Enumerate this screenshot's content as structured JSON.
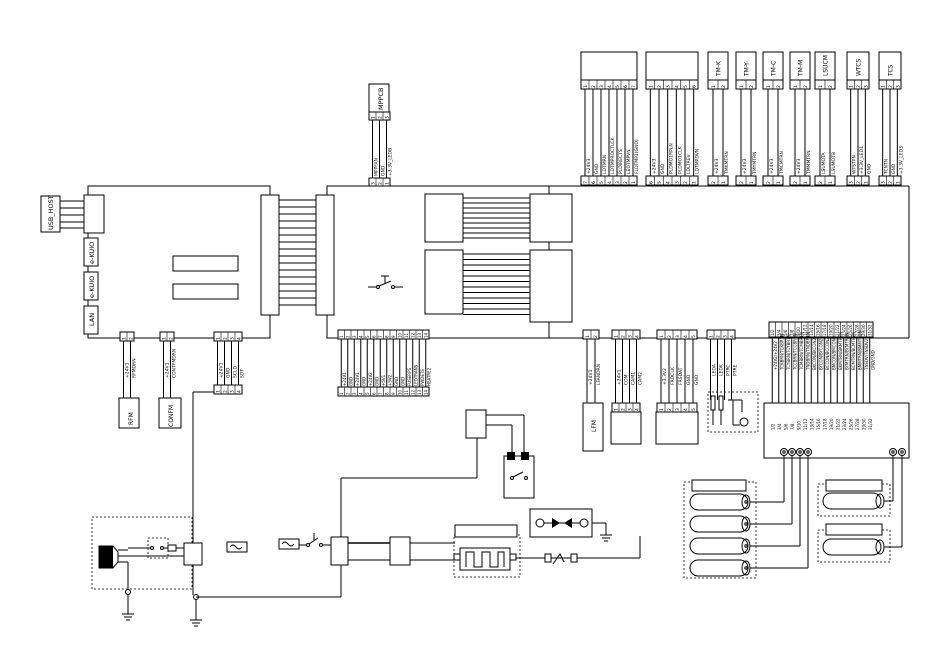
{
  "left_ports": {
    "usb": "USB_HOST",
    "ekuio1": "e-KUIO",
    "ekuio2": "e-KUIO",
    "lan": "LAN"
  },
  "left_units": {
    "rfm": "RFM",
    "confm": "CONFM"
  },
  "mppcb": {
    "label": "MPPCB",
    "pins": [
      "1",
      "2",
      "3"
    ]
  },
  "mppcb_signals": [
    "MPPFAN",
    "GND",
    "+3.3V_LEDB"
  ],
  "top_units": [
    {
      "id": "u1",
      "label": "",
      "pins": [
        "1",
        "2",
        "3",
        "4",
        "5",
        "6",
        "7"
      ]
    },
    {
      "id": "u2",
      "label": "",
      "pins": [
        "1",
        "2",
        "3",
        "4",
        "5",
        "6"
      ]
    },
    {
      "id": "u3",
      "label": "TM-K",
      "pins": [
        "1",
        "2"
      ]
    },
    {
      "id": "u4",
      "label": "TM-Y",
      "pins": [
        "1",
        "2"
      ]
    },
    {
      "id": "u5",
      "label": "TM-C",
      "pins": [
        "1",
        "2"
      ]
    },
    {
      "id": "u6",
      "label": "TM-M",
      "pins": [
        "1",
        "2"
      ]
    },
    {
      "id": "u7",
      "label": "LSUCM",
      "pins": [
        "1",
        "2"
      ]
    },
    {
      "id": "u8",
      "label": "WTCS",
      "pins": [
        "1",
        "2",
        "3"
      ]
    },
    {
      "id": "u9",
      "label": "TCS",
      "pins": [
        "1",
        "2",
        "3"
      ]
    }
  ],
  "top_signals": {
    "u1": [
      "+24V3",
      "GND",
      "LDTMRN",
      "LDTMPROCTLCK",
      "PLDIRECTS",
      "LEDTMPVN",
      "FLDTMP1(GND)"
    ],
    "u2": [
      "+24V3",
      "GND",
      "PLDMO1RPLN",
      "PLDMO1CLK",
      "LDLTREV",
      "LDTMPDVN"
    ],
    "u3": [
      "+24V3",
      "TMKMTRN"
    ],
    "u4": [
      "+24V3",
      "TMYMTRN"
    ],
    "u5": [
      "+24V3",
      "TMCMTRN"
    ],
    "u6": [
      "+24V3",
      "TMMMTRN"
    ],
    "u7": [
      "LSUMOTA",
      "LSUMOTB"
    ],
    "u8": [
      "WTSTPN",
      "+3.3V_LED1",
      "GND"
    ],
    "u9": [
      "TCNTN",
      "GND",
      "+3.3V_LED3"
    ]
  },
  "bottom_left_conn": {
    "pins_a": [
      "1",
      "2"
    ],
    "pins_b": [
      "1",
      "2"
    ],
    "pins_c": [
      "1",
      "2",
      "3",
      "4"
    ]
  },
  "bottom_left_signals": {
    "rfm": [
      "+24V1",
      "RFMDRN"
    ],
    "confm": [
      "+24V1",
      "CONTFMDRN"
    ],
    "c": [
      "+24V1",
      "GND",
      "SCLD",
      "SDT"
    ]
  },
  "center_bottom_conn": {
    "pins": [
      "1",
      "2",
      "3",
      "4",
      "5",
      "6",
      "7",
      "8",
      "9",
      "10",
      "11",
      "12",
      "13",
      "14"
    ]
  },
  "center_bottom_signals": [
    "+24V1",
    "GND",
    "+24V1",
    "GND",
    "+24V2",
    "GND",
    "+5V1",
    "+5V2",
    "GND",
    "GND",
    "FUSERPS",
    "LEDTRANS",
    "PWDETS",
    "HEATRE2"
  ],
  "lfm": {
    "label": "LFM",
    "signals": [
      "+24V1",
      "LFANDRN"
    ],
    "pins": [
      "1",
      "2"
    ]
  },
  "mid_bottom": {
    "a": {
      "pins": [
        "1",
        "2",
        "3",
        "4"
      ],
      "signals": [
        "+24V1",
        "COM",
        "CAM1",
        "CAM2"
      ]
    },
    "b": {
      "pins": [
        "1",
        "2",
        "3",
        "4",
        "5"
      ],
      "signals": [
        "+3.3V2",
        "FRDCLK",
        "FRSDAT",
        "GND",
        "GND"
      ]
    },
    "c": {
      "pins": [
        "1",
        "2",
        "3",
        "4"
      ],
      "signals": [
        "LEDA",
        "LEDK",
        "PTRC",
        "PTRE"
      ]
    }
  },
  "right_bottom_pins": [
    "1/2",
    "3/4",
    "5/6",
    "7/8",
    "9/10",
    "11/12",
    "13/14",
    "15/16",
    "17/18",
    "19/20",
    "21/22",
    "23/24",
    "25/26",
    "27/28",
    "29/30",
    "31/32"
  ],
  "right_bottom_signals": [
    "+24V2/+24V2",
    "TCKBRN/TCKBR1N",
    "TCYBRN/TCYBR1N",
    "TCCBRN/TCCBR1N",
    "TCMBRN/TCMBR1N",
    "TNDBRN/TNDBR1N",
    "BKCON/BKCON2",
    "BYCON/BYCON2",
    "BCCON/BCCON2",
    "BMCON/BMCON2",
    "BKMTRN/BKMTR2N",
    "BYMTRN/BYMTR2N",
    "BCMTRN/BCMTR2N",
    "BMMTRN/BMMTR2N",
    "TNSDV/TNSDV2",
    "GND/GND"
  ],
  "colors": {
    "line": "#000000",
    "background": "#ffffff"
  }
}
